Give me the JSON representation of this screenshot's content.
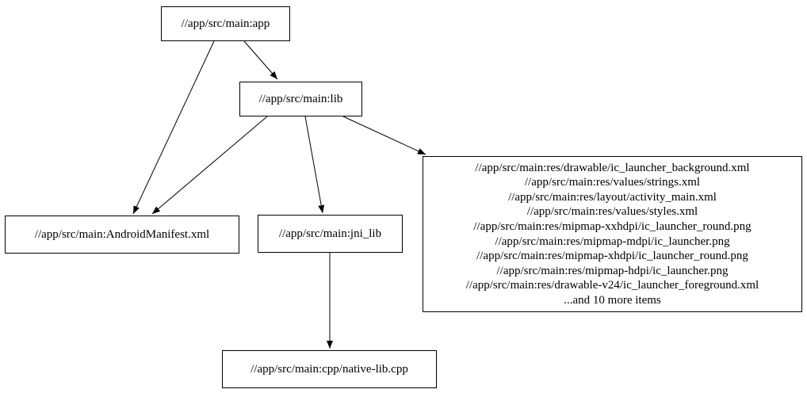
{
  "diagram": {
    "type": "dependency-graph",
    "colors": {
      "background": "#ffffff",
      "node_fill": "#ffffff",
      "node_border": "#000000",
      "text": "#000000",
      "edge": "#000000"
    },
    "nodes": {
      "app": {
        "label": "//app/src/main:app"
      },
      "lib": {
        "label": "//app/src/main:lib"
      },
      "manifest": {
        "label": "//app/src/main:AndroidManifest.xml"
      },
      "jni_lib": {
        "label": "//app/src/main:jni_lib"
      },
      "native_lib": {
        "label": "//app/src/main:cpp/native-lib.cpp"
      },
      "resources": {
        "lines": [
          "//app/src/main:res/drawable/ic_launcher_background.xml",
          "//app/src/main:res/values/strings.xml",
          "//app/src/main:res/layout/activity_main.xml",
          "//app/src/main:res/values/styles.xml",
          "//app/src/main:res/mipmap-xxhdpi/ic_launcher_round.png",
          "//app/src/main:res/mipmap-mdpi/ic_launcher.png",
          "//app/src/main:res/mipmap-xhdpi/ic_launcher_round.png",
          "//app/src/main:res/mipmap-hdpi/ic_launcher.png",
          "//app/src/main:res/drawable-v24/ic_launcher_foreground.xml",
          "...and 10 more items"
        ]
      }
    },
    "edges": [
      {
        "from": "app",
        "to": "lib"
      },
      {
        "from": "app",
        "to": "manifest"
      },
      {
        "from": "lib",
        "to": "manifest"
      },
      {
        "from": "lib",
        "to": "jni_lib"
      },
      {
        "from": "lib",
        "to": "resources"
      },
      {
        "from": "jni_lib",
        "to": "native_lib"
      }
    ]
  }
}
